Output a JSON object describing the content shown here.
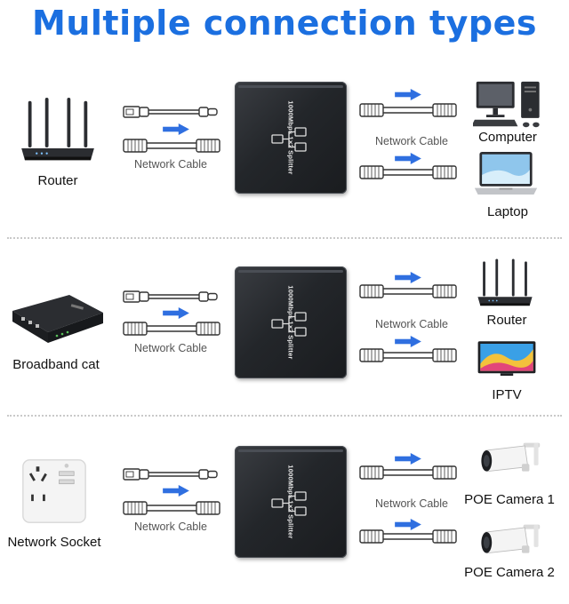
{
  "title": "Multiple connection types",
  "splitter_label": "1000Mbps 1×2 Splitter",
  "colors": {
    "title": "#1b6fe0",
    "arrow": "#2f6fe0",
    "splitter": "#26292d"
  },
  "sections": [
    {
      "source_label": "Router",
      "source_icon": "router-icon",
      "input_cable_label": "Network Cable",
      "output_cable_label": "Network Cable",
      "outputs": [
        {
          "label": "Computer",
          "icon": "computer-icon"
        },
        {
          "label": "Laptop",
          "icon": "laptop-icon"
        }
      ]
    },
    {
      "source_label": "Broadband cat",
      "source_icon": "modem-icon",
      "input_cable_label": "Network Cable",
      "output_cable_label": "Network Cable",
      "outputs": [
        {
          "label": "Router",
          "icon": "router-icon"
        },
        {
          "label": "IPTV",
          "icon": "tv-icon"
        }
      ]
    },
    {
      "source_label": "Network Socket",
      "source_icon": "wall-socket-icon",
      "input_cable_label": "Network Cable",
      "output_cable_label": "Network Cable",
      "outputs": [
        {
          "label": "POE Camera 1",
          "icon": "camera-icon"
        },
        {
          "label": "POE Camera 2",
          "icon": "camera-icon"
        }
      ]
    }
  ]
}
